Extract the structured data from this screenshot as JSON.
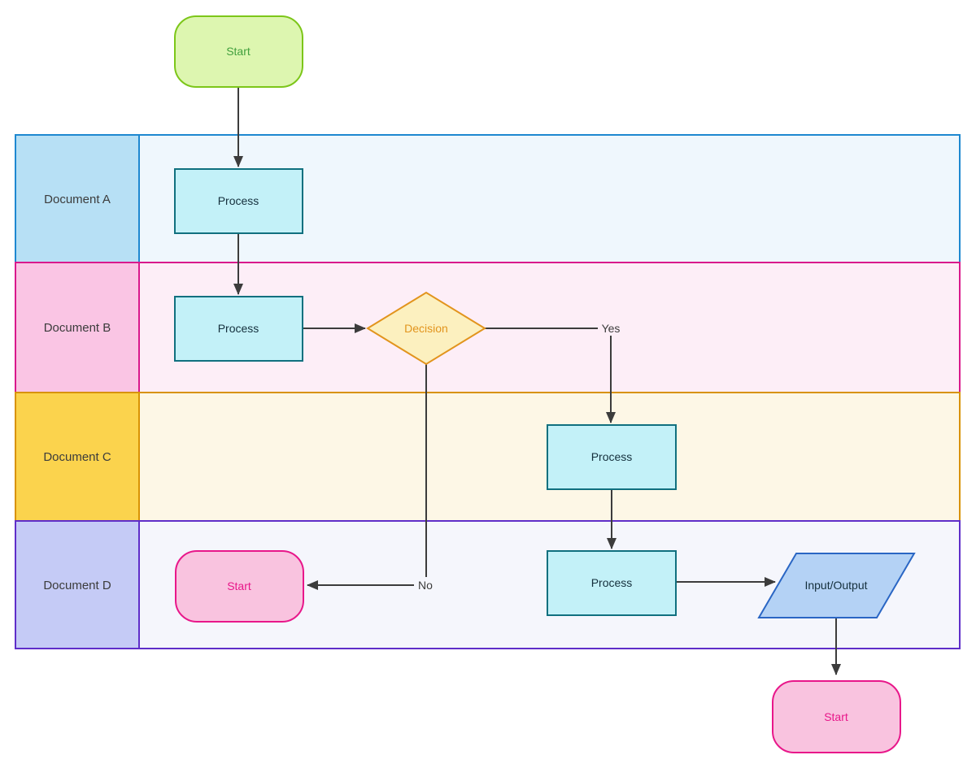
{
  "diagram": {
    "lanes": [
      {
        "label": "Document A",
        "border": "#1e88d0",
        "label_fill": "#b7e0f5",
        "body_fill": "#eff7fd"
      },
      {
        "label": "Document B",
        "border": "#d9198c",
        "label_fill": "#fac5e4",
        "body_fill": "#fdeef7"
      },
      {
        "label": "Document C",
        "border": "#d89204",
        "label_fill": "#fbd34d",
        "body_fill": "#fdf7e6"
      },
      {
        "label": "Document D",
        "border": "#5f2ec9",
        "label_fill": "#c5cbf6",
        "body_fill": "#f5f6fc"
      }
    ],
    "nodes": {
      "start_top": {
        "label": "Start",
        "fill": "#ddf6b0",
        "stroke": "#7cc619",
        "text_color": "#42a03e"
      },
      "process_a": {
        "label": "Process",
        "fill": "#c3f1f8",
        "stroke": "#10707f",
        "text_color": "#15303d"
      },
      "process_b": {
        "label": "Process",
        "fill": "#c3f1f8",
        "stroke": "#10707f",
        "text_color": "#15303d"
      },
      "decision": {
        "label": "Decision",
        "fill": "#fcf0bf",
        "stroke": "#e2941d",
        "text_color": "#e2941d"
      },
      "process_c": {
        "label": "Process",
        "fill": "#c3f1f8",
        "stroke": "#10707f",
        "text_color": "#15303d"
      },
      "process_d": {
        "label": "Process",
        "fill": "#c3f1f8",
        "stroke": "#10707f",
        "text_color": "#15303d"
      },
      "start_mid": {
        "label": "Start",
        "fill": "#f9c3df",
        "stroke": "#e8178a",
        "text_color": "#e8178a"
      },
      "io": {
        "label": "Input/Output",
        "fill": "#b4d2f5",
        "stroke": "#2a66c4",
        "text_color": "#15303d"
      },
      "start_bottom": {
        "label": "Start",
        "fill": "#f9c3df",
        "stroke": "#e8178a",
        "text_color": "#e8178a"
      }
    },
    "edge_labels": {
      "yes": "Yes",
      "no": "No"
    },
    "edge_color": "#3c3c3c"
  }
}
